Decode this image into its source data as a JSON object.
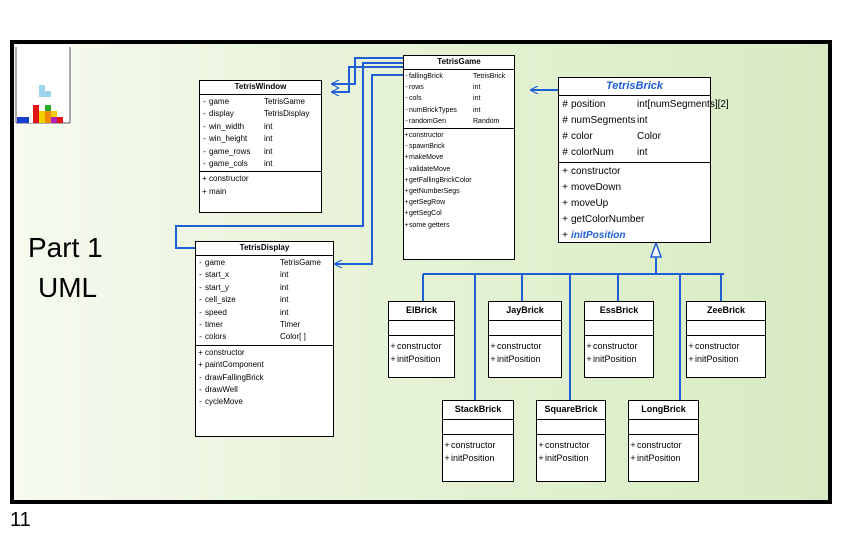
{
  "page_number": "11",
  "part_label": {
    "line1": "Part 1",
    "line2": "UML"
  },
  "classes": {
    "tetris_game": {
      "name": "TetrisGame",
      "fields": [
        {
          "vis": "-",
          "name": "fallingBrick",
          "type": "TetrisBrick"
        },
        {
          "vis": "-",
          "name": "rows",
          "type": "int"
        },
        {
          "vis": "-",
          "name": "cols",
          "type": "int"
        },
        {
          "vis": "-",
          "name": "numBrickTypes",
          "type": "int"
        },
        {
          "vis": "-",
          "name": "randomGen",
          "type": "Random"
        }
      ],
      "methods": [
        {
          "vis": "+",
          "name": "constructor"
        },
        {
          "vis": "-",
          "name": "spawnBrick"
        },
        {
          "vis": "+",
          "name": "makeMove"
        },
        {
          "vis": "-",
          "name": "validateMove"
        },
        {
          "vis": "+",
          "name": "getFallingBrickColor"
        },
        {
          "vis": "+",
          "name": "getNumberSegs"
        },
        {
          "vis": "+",
          "name": "getSegRow"
        },
        {
          "vis": "+",
          "name": "getSegCol"
        },
        {
          "vis": "+",
          "name": "some getters"
        }
      ]
    },
    "tetris_window": {
      "name": "TetrisWindow",
      "fields": [
        {
          "vis": "-",
          "name": "game",
          "type": "TetrisGame"
        },
        {
          "vis": "-",
          "name": "display",
          "type": "TetrisDisplay"
        },
        {
          "vis": "-",
          "name": "win_width",
          "type": "int"
        },
        {
          "vis": "-",
          "name": "win_height",
          "type": "int"
        },
        {
          "vis": "-",
          "name": "game_rows",
          "type": "int"
        },
        {
          "vis": "-",
          "name": "game_cols",
          "type": "int"
        }
      ],
      "methods": [
        {
          "vis": "+",
          "name": "constructor"
        },
        {
          "vis": "+",
          "name": "main"
        }
      ]
    },
    "tetris_display": {
      "name": "TetrisDisplay",
      "fields": [
        {
          "vis": "-",
          "name": "game",
          "type": "TetrisGame"
        },
        {
          "vis": "-",
          "name": "start_x",
          "type": "int"
        },
        {
          "vis": "-",
          "name": "start_y",
          "type": "int"
        },
        {
          "vis": "-",
          "name": "cell_size",
          "type": "int"
        },
        {
          "vis": "-",
          "name": "speed",
          "type": "int"
        },
        {
          "vis": "-",
          "name": "timer",
          "type": "Timer"
        },
        {
          "vis": "-",
          "name": "colors",
          "type": "Color[ ]"
        }
      ],
      "methods": [
        {
          "vis": "+",
          "name": "constructor"
        },
        {
          "vis": "+",
          "name": "paintComponent"
        },
        {
          "vis": "-",
          "name": "drawFallingBrick"
        },
        {
          "vis": "-",
          "name": "drawWell"
        },
        {
          "vis": "-",
          "name": "cycleMove"
        }
      ]
    },
    "tetris_brick": {
      "name": "TetrisBrick",
      "fields": [
        {
          "vis": "#",
          "name": "position",
          "type": "int[numSegments][2]"
        },
        {
          "vis": "#",
          "name": "numSegments",
          "type": "int"
        },
        {
          "vis": "#",
          "name": "color",
          "type": "Color"
        },
        {
          "vis": "#",
          "name": "colorNum",
          "type": "int"
        }
      ],
      "methods": [
        {
          "vis": "+",
          "name": "constructor"
        },
        {
          "vis": "+",
          "name": "moveDown"
        },
        {
          "vis": "+",
          "name": "moveUp"
        },
        {
          "vis": "+",
          "name": "getColorNumber"
        },
        {
          "vis": "+",
          "name": "initPosition"
        }
      ]
    },
    "subclasses": [
      {
        "key": "el",
        "name": "ElBrick",
        "methods": [
          {
            "vis": "+",
            "name": "constructor"
          },
          {
            "vis": "+",
            "name": "initPosition"
          }
        ]
      },
      {
        "key": "jay",
        "name": "JayBrick",
        "methods": [
          {
            "vis": "+",
            "name": "constructor"
          },
          {
            "vis": "+",
            "name": "initPosition"
          }
        ]
      },
      {
        "key": "ess",
        "name": "EssBrick",
        "methods": [
          {
            "vis": "+",
            "name": "constructor"
          },
          {
            "vis": "+",
            "name": "initPosition"
          }
        ]
      },
      {
        "key": "zee",
        "name": "ZeeBrick",
        "methods": [
          {
            "vis": "+",
            "name": "constructor"
          },
          {
            "vis": "+",
            "name": "initPosition"
          }
        ]
      },
      {
        "key": "stack",
        "name": "StackBrick",
        "methods": [
          {
            "vis": "+",
            "name": "constructor"
          },
          {
            "vis": "+",
            "name": "initPosition"
          }
        ]
      },
      {
        "key": "square",
        "name": "SquareBrick",
        "methods": [
          {
            "vis": "+",
            "name": "constructor"
          },
          {
            "vis": "+",
            "name": "initPosition"
          }
        ]
      },
      {
        "key": "long",
        "name": "LongBrick",
        "methods": [
          {
            "vis": "+",
            "name": "constructor"
          },
          {
            "vis": "+",
            "name": "initPosition"
          }
        ]
      }
    ]
  },
  "colors": {
    "connector": "#1f5fd6",
    "abstract_text": "#1f5fd6"
  },
  "icons": [
    "tetris-well-icon"
  ]
}
